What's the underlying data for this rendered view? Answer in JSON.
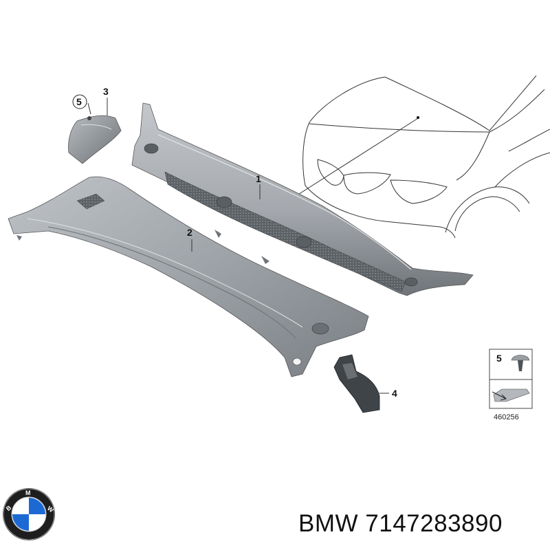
{
  "parts": [
    {
      "callout": "1"
    },
    {
      "callout": "2"
    },
    {
      "callout": "3"
    },
    {
      "callout": "4"
    },
    {
      "callout": "5"
    }
  ],
  "legend": {
    "callout": "5",
    "ref_number": "460256"
  },
  "caption": {
    "brand": "BMW",
    "part_number": "7147283890"
  },
  "colors": {
    "part_fill": "#a9adb2",
    "part_dark": "#6f7479",
    "outline": "#555555"
  }
}
